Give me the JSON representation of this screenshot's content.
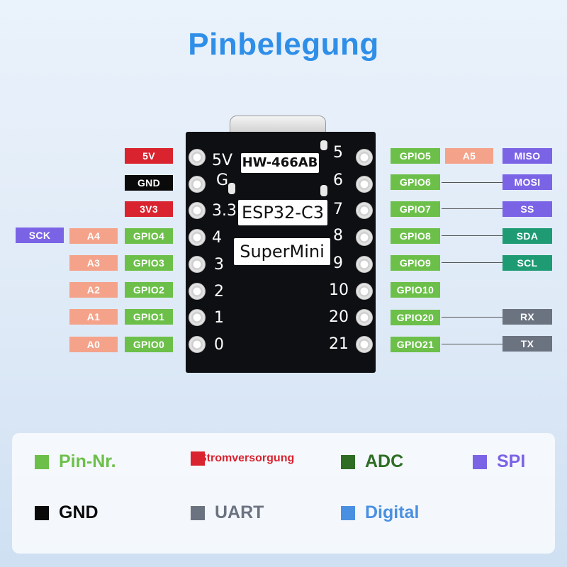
{
  "title": "Pinbelegung",
  "board": {
    "model_label": "HW-466AB",
    "chip_label": "ESP32-C3",
    "name_label": "SuperMini",
    "left_pins": [
      "5V",
      "G",
      "3.3",
      "4",
      "3",
      "2",
      "1",
      "0"
    ],
    "right_pins": [
      "5",
      "6",
      "7",
      "8",
      "9",
      "10",
      "20",
      "21"
    ]
  },
  "colors": {
    "power": "#d9232e",
    "gnd": "#0a0a0a",
    "pin_nr": "#6cc04a",
    "adc_tag": "#f4a38a",
    "spi": "#7b63e6",
    "i2c": "#1e9b73",
    "uart": "#6b7280",
    "legend_adc": "#2f6d25",
    "digital": "#4a90e2",
    "title": "#2f8fe8"
  },
  "left_tags": {
    "row1": [
      "5V"
    ],
    "row2": [
      "GND"
    ],
    "row3": [
      "3V3"
    ],
    "row4": [
      "SCK",
      "A4",
      "GPIO4"
    ],
    "row5": [
      "A3",
      "GPIO3"
    ],
    "row6": [
      "A2",
      "GPIO2"
    ],
    "row7": [
      "A1",
      "GPIO1"
    ],
    "row8": [
      "A0",
      "GPIO0"
    ]
  },
  "right_tags": {
    "row1": [
      "GPIO5",
      "A5",
      "MISO"
    ],
    "row2": [
      "GPIO6",
      "MOSI"
    ],
    "row3": [
      "GPIO7",
      "SS"
    ],
    "row4": [
      "GPIO8",
      "SDA"
    ],
    "row5": [
      "GPIO9",
      "SCL"
    ],
    "row6": [
      "GPIO10"
    ],
    "row7": [
      "GPIO20",
      "RX"
    ],
    "row8": [
      "GPIO21",
      "TX"
    ]
  },
  "legend": {
    "pin_nr": "Pin-Nr.",
    "power": "Stromversorgung",
    "adc": "ADC",
    "spi": "SPI",
    "gnd": "GND",
    "uart": "UART",
    "digital": "Digital"
  }
}
